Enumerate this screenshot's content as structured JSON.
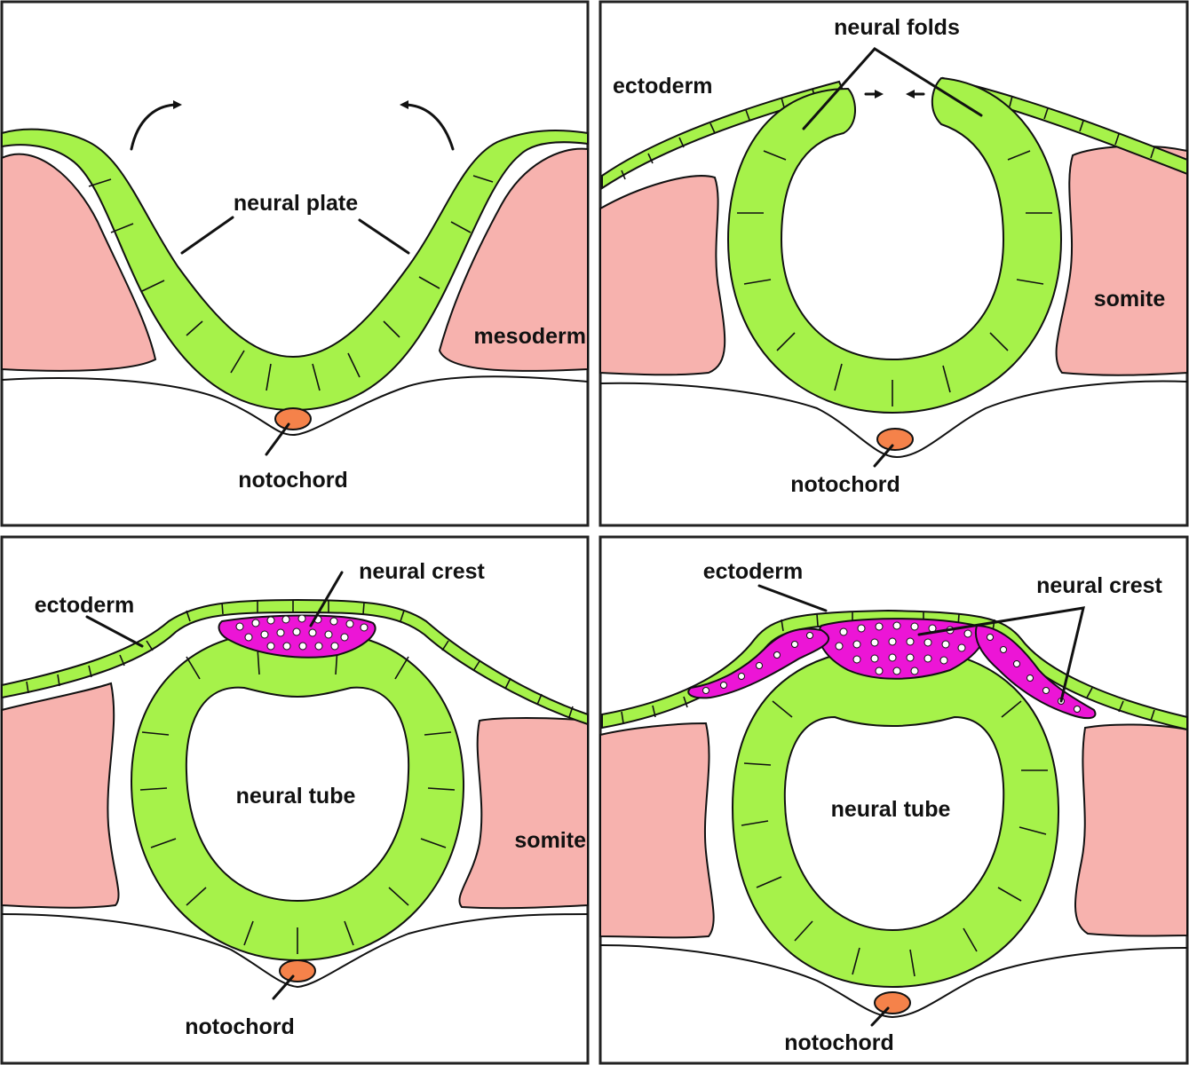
{
  "colors": {
    "neural_tissue": "#a6f24a",
    "mesoderm_somite": "#f7b2ae",
    "notochord": "#f5824a",
    "neural_crest": "#ec15d6",
    "outline": "#111111",
    "background": "#ffffff"
  },
  "panels": [
    {
      "labels": {
        "neural_plate": "neural plate",
        "mesoderm": "mesoderm",
        "notochord": "notochord"
      }
    },
    {
      "labels": {
        "neural_folds": "neural folds",
        "ectoderm": "ectoderm",
        "somite": "somite",
        "notochord": "notochord"
      }
    },
    {
      "labels": {
        "ectoderm": "ectoderm",
        "neural_crest": "neural crest",
        "neural_tube": "neural tube",
        "somite": "somite",
        "notochord": "notochord"
      }
    },
    {
      "labels": {
        "ectoderm": "ectoderm",
        "neural_crest": "neural crest",
        "neural_tube": "neural tube",
        "notochord": "notochord"
      }
    }
  ]
}
